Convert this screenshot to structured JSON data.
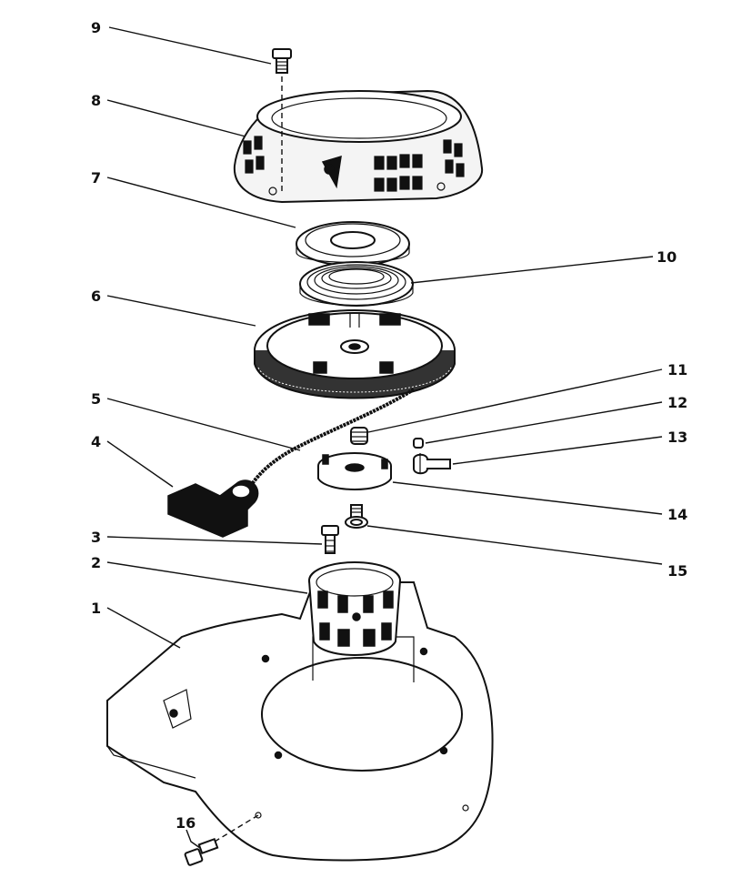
{
  "callouts": [
    "1",
    "2",
    "3",
    "4",
    "5",
    "6",
    "7",
    "8",
    "9",
    "10",
    "11",
    "12",
    "13",
    "14",
    "15",
    "16"
  ],
  "colors": {
    "ink": "#111111",
    "paper": "#ffffff"
  }
}
